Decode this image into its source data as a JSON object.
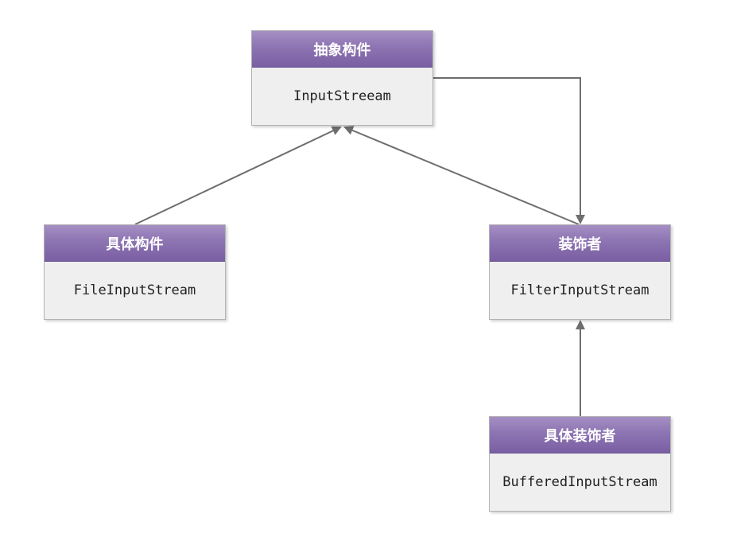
{
  "nodes": {
    "abstract_component": {
      "title": "抽象构件",
      "class_name": "InputStreeam"
    },
    "concrete_component": {
      "title": "具体构件",
      "class_name": "FileInputStream"
    },
    "decorator": {
      "title": "装饰者",
      "class_name": "FilterInputStream"
    },
    "concrete_decorator": {
      "title": "具体装饰者",
      "class_name": "BufferedInputStream"
    }
  },
  "edges": [
    {
      "from": "concrete_component",
      "to": "abstract_component",
      "type": "inheritance"
    },
    {
      "from": "decorator",
      "to": "abstract_component",
      "type": "inheritance"
    },
    {
      "from": "abstract_component",
      "to": "decorator",
      "type": "aggregation"
    },
    {
      "from": "concrete_decorator",
      "to": "decorator",
      "type": "inheritance"
    }
  ],
  "colors": {
    "header": "#8d74b2",
    "body": "#efefef",
    "edge": "#6e6e6e"
  }
}
